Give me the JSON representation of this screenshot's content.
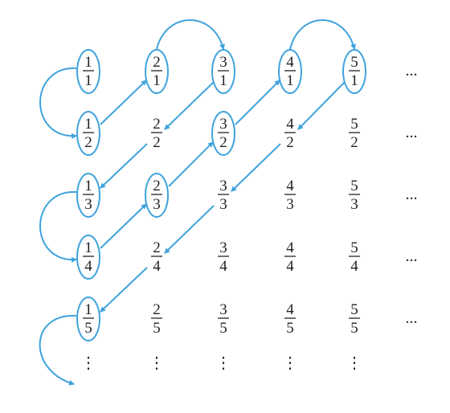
{
  "colors": {
    "accent": "#3fa3dc",
    "text": "#222222"
  },
  "grid": {
    "rows": [
      [
        {
          "num": "1",
          "den": "1",
          "circled": true
        },
        {
          "num": "2",
          "den": "1",
          "circled": true
        },
        {
          "num": "3",
          "den": "1",
          "circled": true
        },
        {
          "num": "4",
          "den": "1",
          "circled": true
        },
        {
          "num": "5",
          "den": "1",
          "circled": true
        }
      ],
      [
        {
          "num": "1",
          "den": "2",
          "circled": true
        },
        {
          "num": "2",
          "den": "2",
          "circled": false
        },
        {
          "num": "3",
          "den": "2",
          "circled": true
        },
        {
          "num": "4",
          "den": "2",
          "circled": false
        },
        {
          "num": "5",
          "den": "2",
          "circled": false
        }
      ],
      [
        {
          "num": "1",
          "den": "3",
          "circled": true
        },
        {
          "num": "2",
          "den": "3",
          "circled": true
        },
        {
          "num": "3",
          "den": "3",
          "circled": false
        },
        {
          "num": "4",
          "den": "3",
          "circled": false
        },
        {
          "num": "5",
          "den": "3",
          "circled": false
        }
      ],
      [
        {
          "num": "1",
          "den": "4",
          "circled": true
        },
        {
          "num": "2",
          "den": "4",
          "circled": false
        },
        {
          "num": "3",
          "den": "4",
          "circled": false
        },
        {
          "num": "4",
          "den": "4",
          "circled": false
        },
        {
          "num": "5",
          "den": "4",
          "circled": false
        }
      ],
      [
        {
          "num": "1",
          "den": "5",
          "circled": true
        },
        {
          "num": "2",
          "den": "5",
          "circled": false
        },
        {
          "num": "3",
          "den": "5",
          "circled": false
        },
        {
          "num": "4",
          "den": "5",
          "circled": false
        },
        {
          "num": "5",
          "den": "5",
          "circled": false
        }
      ]
    ],
    "row_ellipsis": "...",
    "column_ellipsis": "⋮"
  }
}
